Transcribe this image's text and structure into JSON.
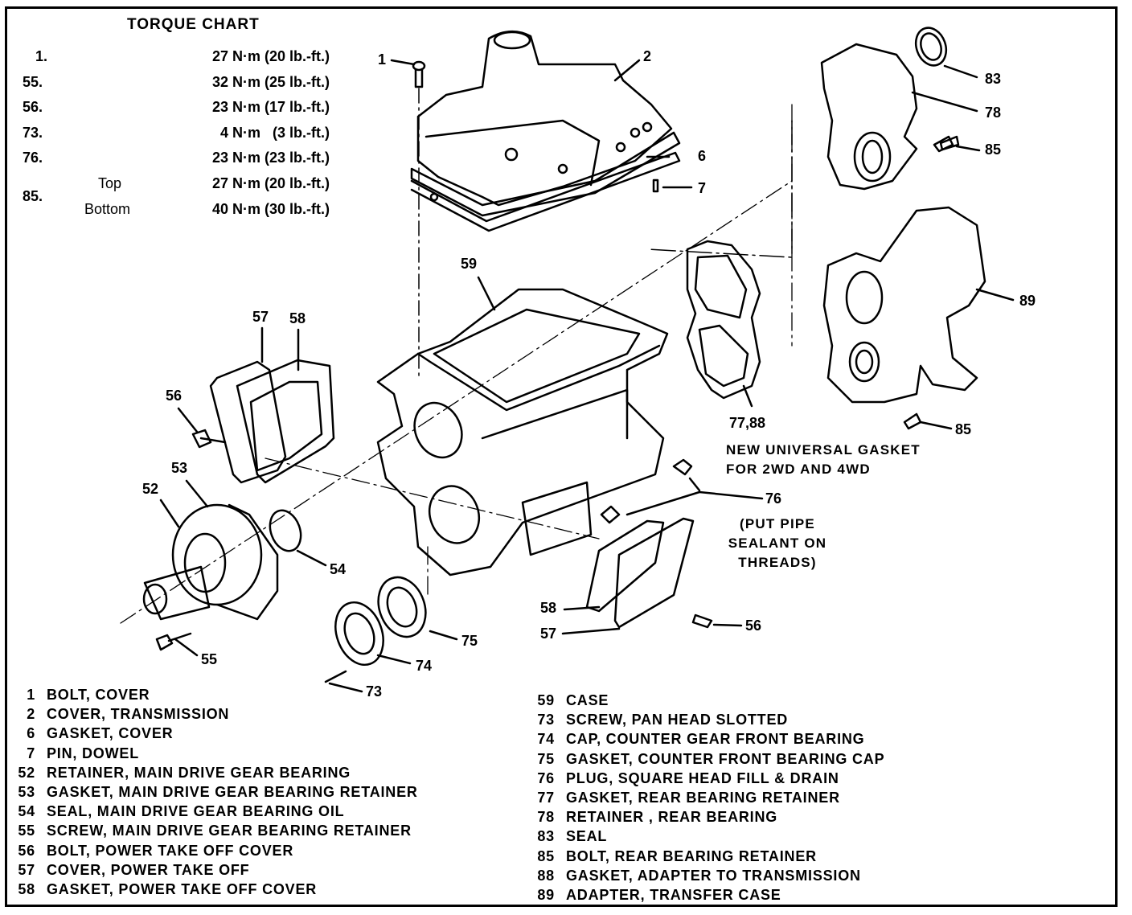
{
  "torque_chart": {
    "title": "TORQUE CHART",
    "rows": [
      {
        "part": "1.",
        "sub": "",
        "value": "27 N·m (20 lb.-ft.)"
      },
      {
        "part": "55.",
        "sub": "",
        "value": "32 N·m (25 lb.-ft.)"
      },
      {
        "part": "56.",
        "sub": "",
        "value": "23 N·m (17 lb.-ft.)"
      },
      {
        "part": "73.",
        "sub": "",
        "value": "4 N·m   (3 lb.-ft.)"
      },
      {
        "part": "76.",
        "sub": "",
        "value": "23 N·m (23 lb.-ft.)"
      },
      {
        "part": "85.",
        "sub": "Top",
        "value": "27 N·m (20 lb.-ft.)"
      },
      {
        "part": "",
        "sub": "Bottom",
        "value": "40 N·m (30 lb.-ft.)"
      }
    ]
  },
  "callouts": {
    "c1": "1",
    "c2": "2",
    "c6": "6",
    "c7": "7",
    "c83": "83",
    "c78": "78",
    "c85a": "85",
    "c89": "89",
    "c85b": "85",
    "c59": "59",
    "c57a": "57",
    "c58a": "58",
    "c56a": "56",
    "c53": "53",
    "c52": "52",
    "c54": "54",
    "c55": "55",
    "c75": "75",
    "c74": "74",
    "c73": "73",
    "c7788": "77,88",
    "c76": "76",
    "c58b": "58",
    "c57b": "57",
    "c56b": "56"
  },
  "notes": {
    "gasket_line1": "NEW UNIVERSAL GASKET",
    "gasket_line2": "FOR 2WD AND 4WD",
    "sealant_line1": "(PUT PIPE",
    "sealant_line2": "SEALANT ON",
    "sealant_line3": "THREADS)"
  },
  "legend_left": [
    {
      "num": "1",
      "desc": "BOLT, COVER"
    },
    {
      "num": "2",
      "desc": "COVER, TRANSMISSION"
    },
    {
      "num": "6",
      "desc": "GASKET, COVER"
    },
    {
      "num": "7",
      "desc": "PIN, DOWEL"
    },
    {
      "num": "52",
      "desc": "RETAINER, MAIN DRIVE GEAR BEARING"
    },
    {
      "num": "53",
      "desc": "GASKET, MAIN DRIVE GEAR BEARING RETAINER"
    },
    {
      "num": "54",
      "desc": "SEAL, MAIN DRIVE GEAR BEARING OIL"
    },
    {
      "num": "55",
      "desc": "SCREW, MAIN DRIVE GEAR BEARING RETAINER"
    },
    {
      "num": "56",
      "desc": "BOLT, POWER TAKE OFF COVER"
    },
    {
      "num": "57",
      "desc": "COVER, POWER TAKE OFF"
    },
    {
      "num": "58",
      "desc": "GASKET, POWER TAKE OFF COVER"
    }
  ],
  "legend_right": [
    {
      "num": "59",
      "desc": "CASE"
    },
    {
      "num": "73",
      "desc": "SCREW, PAN HEAD SLOTTED"
    },
    {
      "num": "74",
      "desc": "CAP, COUNTER GEAR FRONT BEARING"
    },
    {
      "num": "75",
      "desc": "GASKET, COUNTER FRONT BEARING CAP"
    },
    {
      "num": "76",
      "desc": "PLUG, SQUARE HEAD FILL & DRAIN"
    },
    {
      "num": "77",
      "desc": "GASKET, REAR BEARING RETAINER"
    },
    {
      "num": "78",
      "desc": "RETAINER , REAR BEARING"
    },
    {
      "num": "83",
      "desc": "SEAL"
    },
    {
      "num": "85",
      "desc": "BOLT, REAR BEARING RETAINER"
    },
    {
      "num": "88",
      "desc": "GASKET, ADAPTER TO TRANSMISSION"
    },
    {
      "num": "89",
      "desc": "ADAPTER, TRANSFER CASE"
    }
  ]
}
